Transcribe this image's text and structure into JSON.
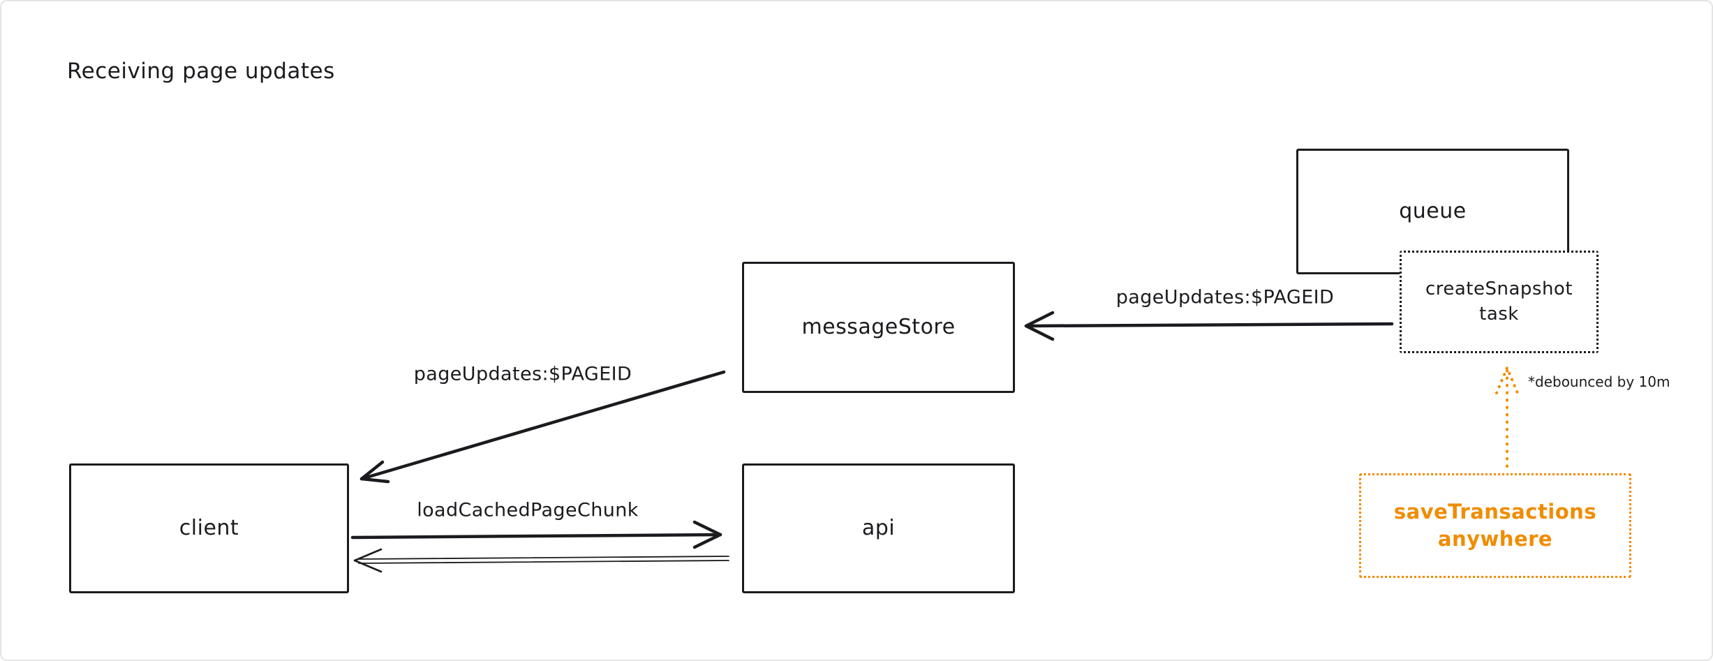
{
  "title": "Receiving page updates",
  "nodes": {
    "queue": {
      "label": "queue"
    },
    "create_snapshot_task": {
      "label": "createSnapshot task"
    },
    "message_store": {
      "label": "messageStore"
    },
    "client": {
      "label": "client"
    },
    "api": {
      "label": "api"
    },
    "save_transactions": {
      "label": "saveTransactions anywhere"
    }
  },
  "edges": {
    "task_to_message_store": {
      "label": "pageUpdates:$PAGEID"
    },
    "message_store_to_client": {
      "label": "pageUpdates:$PAGEID"
    },
    "client_to_api": {
      "label": "loadCachedPageChunk"
    },
    "save_transactions_to_task": {
      "note": "*debounced by 10m"
    }
  },
  "colors": {
    "ink": "#1b1b1f",
    "accent_orange": "#f08c00"
  }
}
